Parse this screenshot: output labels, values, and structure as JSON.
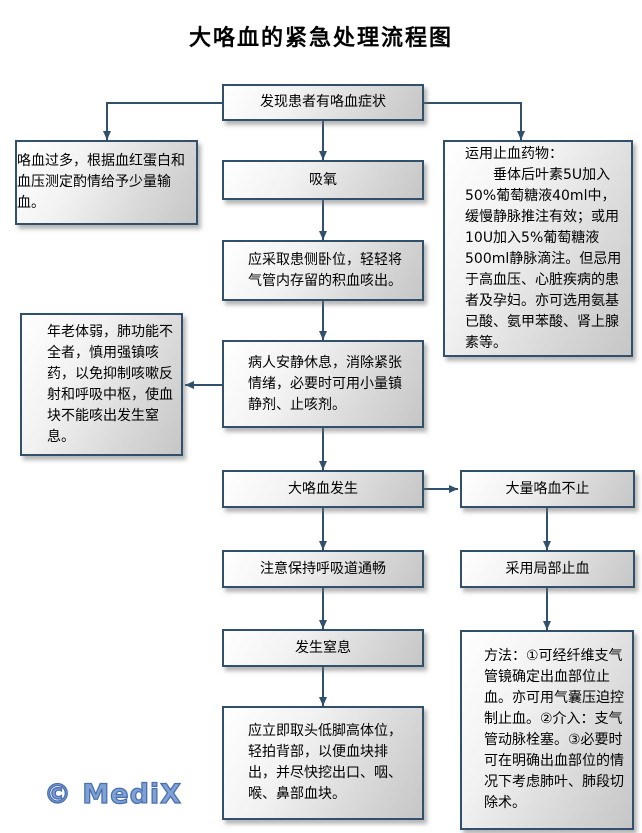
{
  "title": "大咯血的紧急处理流程图",
  "watermark": "© MediX",
  "colors": {
    "box_border": "#31506b",
    "connector": "#31506b",
    "box_fill_light": "#ffffff",
    "box_fill_dark": "#c6c6c6",
    "logo_blue": "#7fa2d6"
  },
  "nodes": {
    "start": {
      "text": "发现患者有咯血症状"
    },
    "transfusion": {
      "text": "咯血过多，根据血红蛋白和血压测定酌情给予少量输血。"
    },
    "hemostatic_drugs": {
      "text": "运用止血药物：\n　　垂体后叶素5U加入50%葡萄糖液40ml中，缓慢静脉推注有效；或用10U加入5%葡萄糖液500ml静脉滴注。但忌用于高血压、心脏疾病的患者及孕妇。亦可选用氨基已酸、氨甲苯酸、肾上腺素等。"
    },
    "oxygen": {
      "text": "吸氧"
    },
    "lateral_position": {
      "text": "应采取患侧卧位，轻轻将气管内存留的积血咳出。"
    },
    "rest": {
      "text": "病人安静休息，消除紧张情绪，必要时可用小量镇静剂、止咳剂。"
    },
    "elderly_caution": {
      "text": "年老体弱，肺功能不全者，慎用强镇咳药，以免抑制咳嗽反射和呼吸中枢，使血块不能咳出发生窒息。"
    },
    "massive_hemoptysis": {
      "text": "大咯血发生"
    },
    "unstoppable_hemoptysis": {
      "text": "大量咯血不止"
    },
    "airway": {
      "text": "注意保持呼吸道通畅"
    },
    "local_hemostasis": {
      "text": "采用局部止血"
    },
    "asphyxia": {
      "text": "发生窒息"
    },
    "asphyxia_treatment": {
      "text": "应立即取头低脚高体位，轻拍背部，以便血块排出，并尽快挖出口、咽、喉、鼻部血块。"
    },
    "local_methods": {
      "text": "方法：①可经纤维支气管镜确定出血部位止血。亦可用气囊压迫控制止血。②介入：支气管动脉栓塞。③必要时可在明确出血部位的情况下考虑肺叶、肺段切除术。"
    }
  }
}
